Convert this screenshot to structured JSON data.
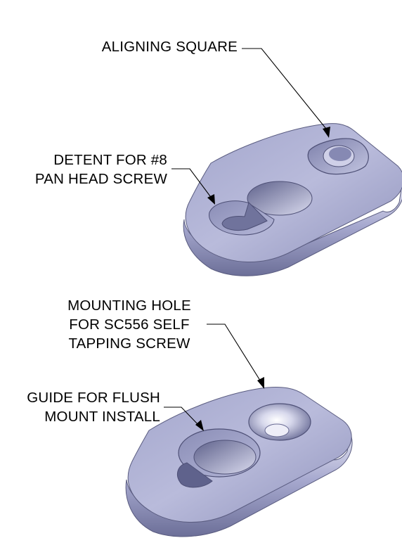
{
  "labels": {
    "aligning_square": "ALIGNING SQUARE",
    "detent": [
      "DETENT FOR #8",
      "PAN HEAD SCREW"
    ],
    "mounting_hole": [
      "MOUNTING HOLE",
      "FOR SC556 SELF",
      "TAPPING SCREW"
    ],
    "guide": [
      "GUIDE FOR FLUSH",
      "MOUNT INSTALL"
    ]
  },
  "colors": {
    "part_light": "#c9cbe4",
    "part_mid": "#9a9dc4",
    "part_dark": "#5d5f86",
    "leader": "#000000"
  }
}
